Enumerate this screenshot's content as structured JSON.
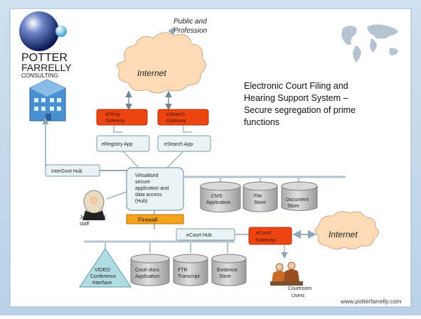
{
  "brand": {
    "line1": "POTTER",
    "line2": "FARRELLY",
    "line3": "CONSULTING"
  },
  "title_lines": [
    "Electronic Court Filing and",
    "Hearing Support System –",
    "Secure segregation of prime",
    "functions"
  ],
  "footer_url": "www.potterfarrelly.com",
  "public_label": [
    "Public and",
    "Profession"
  ],
  "internet_label": "Internet",
  "nodes": {
    "efiling": [
      "eFiling",
      "Gateway"
    ],
    "esearch": [
      "eSearch",
      "Gateway"
    ],
    "eregistry": "eRegistry App",
    "esearch_app": "eSearch App",
    "intergovt": "InterGovt Hub",
    "hub": [
      "Virtualised",
      "secure",
      "application and",
      "data access",
      "(Hub)"
    ],
    "cms": [
      "CMS",
      "Application"
    ],
    "file_store": [
      "File",
      "Store"
    ],
    "doc_store": [
      "Document",
      "Store"
    ],
    "judges": [
      "Judges and",
      "staff"
    ],
    "firewall": "Firewall",
    "ecourt_hub": "eCourt Hub",
    "ecourt_gw": [
      "eCourt",
      "Gateway"
    ],
    "video": [
      "VIDEO",
      "Conference",
      "Interface"
    ],
    "court_docs": [
      "Court docs",
      "Application"
    ],
    "ftr": [
      "FTR",
      "Transcript"
    ],
    "evidence": [
      "Evidence",
      "Store"
    ],
    "courtroom": [
      "Courtroom",
      "Users"
    ]
  },
  "colors": {
    "frame": "#6fa0c4",
    "cloud": "#ffd9b0",
    "gateway": "#ee4411",
    "firewall": "#f4a21a",
    "box": "#eaf4f4",
    "cylinder": "#c8c8c8"
  }
}
